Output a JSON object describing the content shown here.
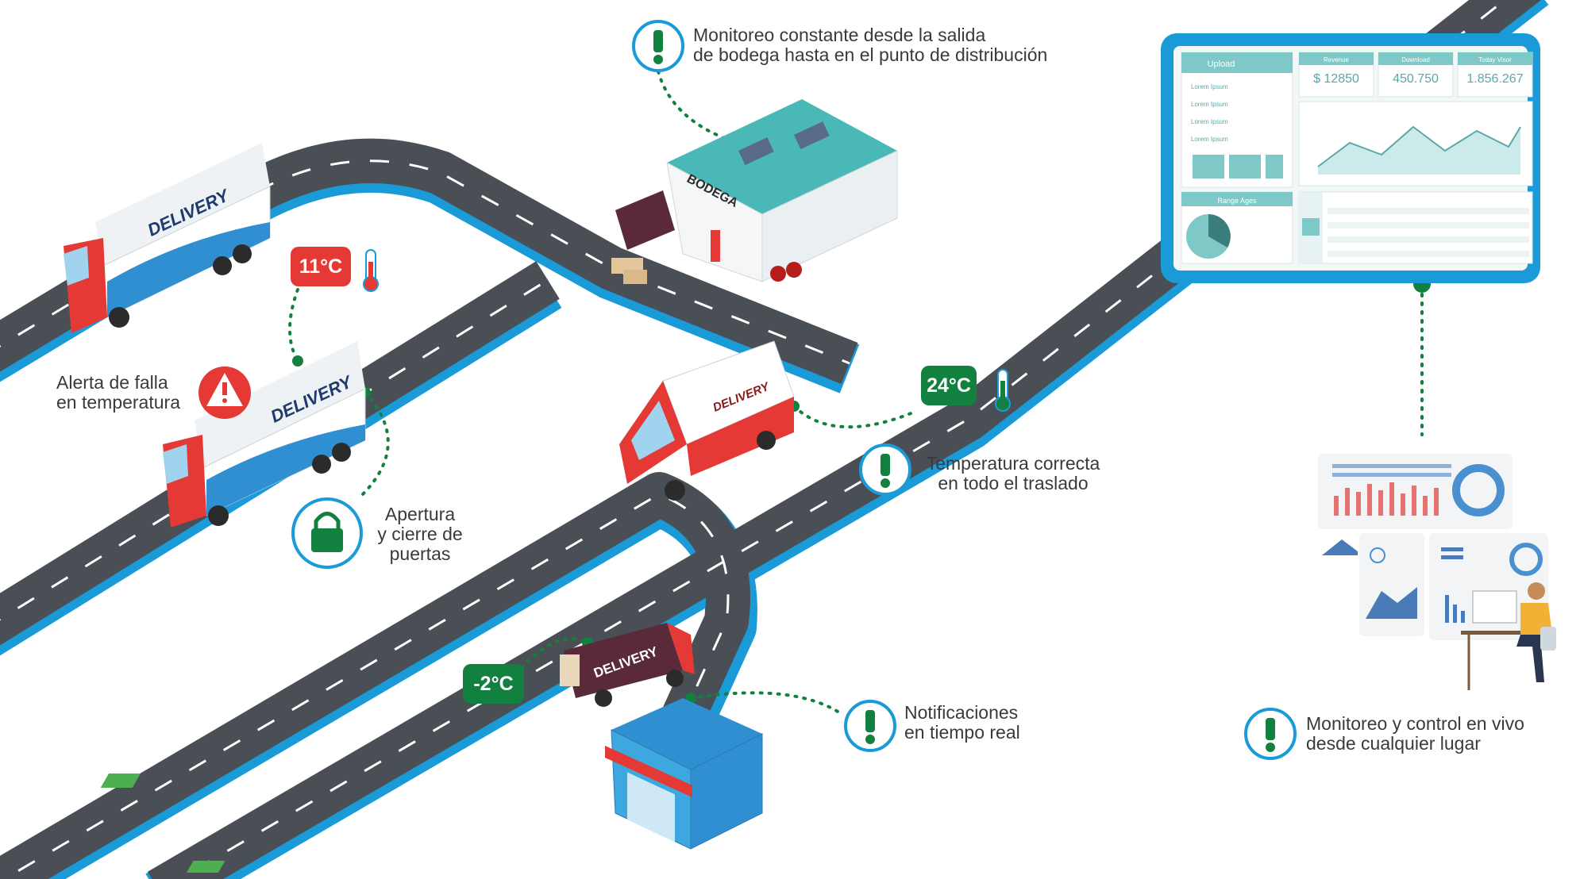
{
  "callouts": {
    "warehouse_line1": "Monitoreo constante desde la salida",
    "warehouse_line2": "de bodega hasta en el punto de distribución",
    "alert_line1": "Alerta de falla",
    "alert_line2": "en temperatura",
    "doors_line1": "Apertura",
    "doors_line2": "y cierre de",
    "doors_line3": "puertas",
    "correct_line1": "Temperatura correcta",
    "correct_line2": "en todo el traslado",
    "notify_line1": "Notificaciones",
    "notify_line2": "en tiempo real",
    "live_line1": "Monitoreo y control en vivo",
    "live_line2": "desde cualquier lugar"
  },
  "temperatures": {
    "truck_alert": "11°C",
    "van": "24°C",
    "small_truck": "-2°C"
  },
  "vehicles": {
    "delivery_label": "DELIVERY",
    "warehouse_label": "BODEGA"
  },
  "dashboard": {
    "upload_label": "Upload",
    "revenue_label": "Revenue",
    "download_label": "Download",
    "today_label": "Today Visor",
    "revenue_value": "$ 12850",
    "download_value": "450.750",
    "today_value": "1.856.267",
    "list_items": [
      "Lorem Ipsum",
      "Lorem Ipsum",
      "Lorem Ipsum",
      "Lorem Ipsum"
    ],
    "range_label": "Range Ages"
  },
  "colors": {
    "green": "#12813f",
    "red": "#e53935",
    "blue": "#1a9ad6",
    "road": "#4a4e55"
  }
}
